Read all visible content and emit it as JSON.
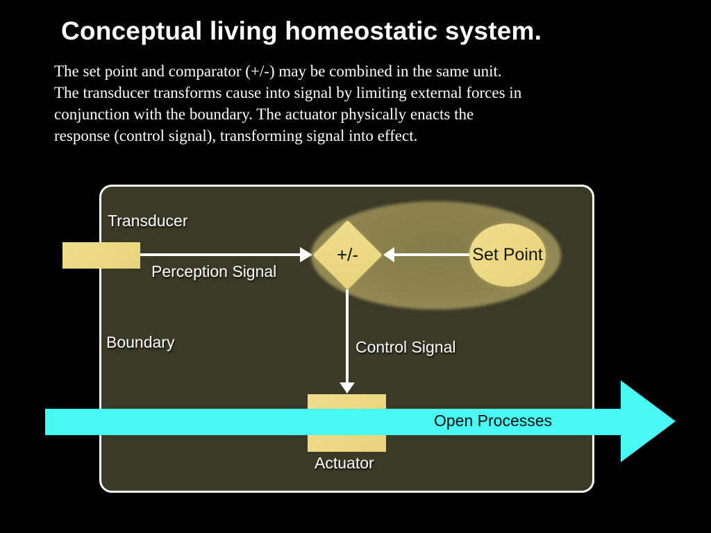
{
  "slide": {
    "title": "Conceptual living homeostatic system.",
    "body_lines": [
      "The set point and comparator (+/-) may be combined in the same unit.",
      "The transducer transforms cause into signal by limiting external forces in",
      "conjunction with the boundary. The actuator physically enacts the",
      "response (control signal), transforming signal into effect."
    ]
  },
  "diagram": {
    "labels": {
      "transducer": "Transducer",
      "perception_signal": "Perception Signal",
      "boundary": "Boundary",
      "control_signal": "Control Signal",
      "actuator": "Actuator"
    },
    "nodes": {
      "comparator": "+/-",
      "set_point": "Set Point"
    },
    "open_processes": "Open Processes",
    "colors": {
      "slide_background": "#000000",
      "box_fill": "#3b3a27",
      "box_border": "#ffffff",
      "inner_ellipse": "#8d8450",
      "shape_yellow": "#ecd883",
      "signal_arrows": "#ffffff",
      "open_processes_arrow": "#49f8f3",
      "label_text": "#ffffff",
      "node_text": "#15150e"
    }
  }
}
